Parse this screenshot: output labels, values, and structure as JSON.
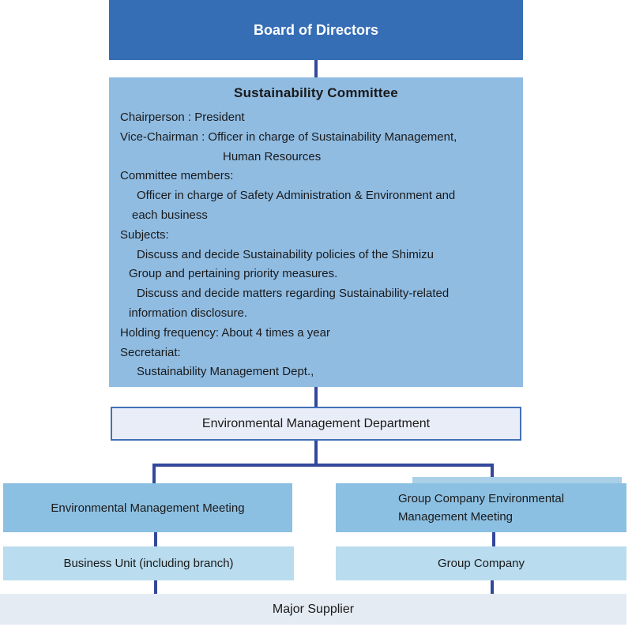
{
  "board": {
    "title": "Board of Directors"
  },
  "committee": {
    "title": "Sustainability Committee",
    "lines": [
      {
        "text": "Chairperson : President"
      },
      {
        "text": "Vice-Chairman : Officer in charge of Sustainability Management,"
      },
      {
        "text": "Human Resources"
      },
      {
        "text": "Committee members:"
      },
      {
        "text": "Officer in charge of Safety Administration & Environment and"
      },
      {
        "text": "each business"
      },
      {
        "text": "Subjects:"
      },
      {
        "text": "Discuss and decide Sustainability policies of the Shimizu"
      },
      {
        "text": "Group and pertaining priority measures."
      },
      {
        "text": "Discuss and decide matters regarding Sustainability-related"
      },
      {
        "text": "information disclosure."
      },
      {
        "text": "Holding frequency: About 4 times a year"
      },
      {
        "text": "Secretariat:"
      },
      {
        "text": "Sustainability Management Dept.,"
      }
    ]
  },
  "department": {
    "title": "Environmental Management Department"
  },
  "left_branch": {
    "meeting": "Environmental Management Meeting",
    "unit": "Business Unit (including branch)"
  },
  "right_branch": {
    "meeting_line1": "Group Company Environmental",
    "meeting_line2": "Management Meeting",
    "unit": "Group Company"
  },
  "supplier": {
    "title": "Major Supplier"
  },
  "colors": {
    "board_fill": "#366EB5",
    "committee_fill": "#90BCE2",
    "meeting_fill": "#8CC0E2",
    "meeting_fill_light": "#A9D0E8",
    "unit_fill": "#B9DCEE",
    "supplier_fill": "#E4EBF3",
    "department_fill": "#E9EDF7",
    "department_border": "#4270B8",
    "connector": "#33489B"
  }
}
